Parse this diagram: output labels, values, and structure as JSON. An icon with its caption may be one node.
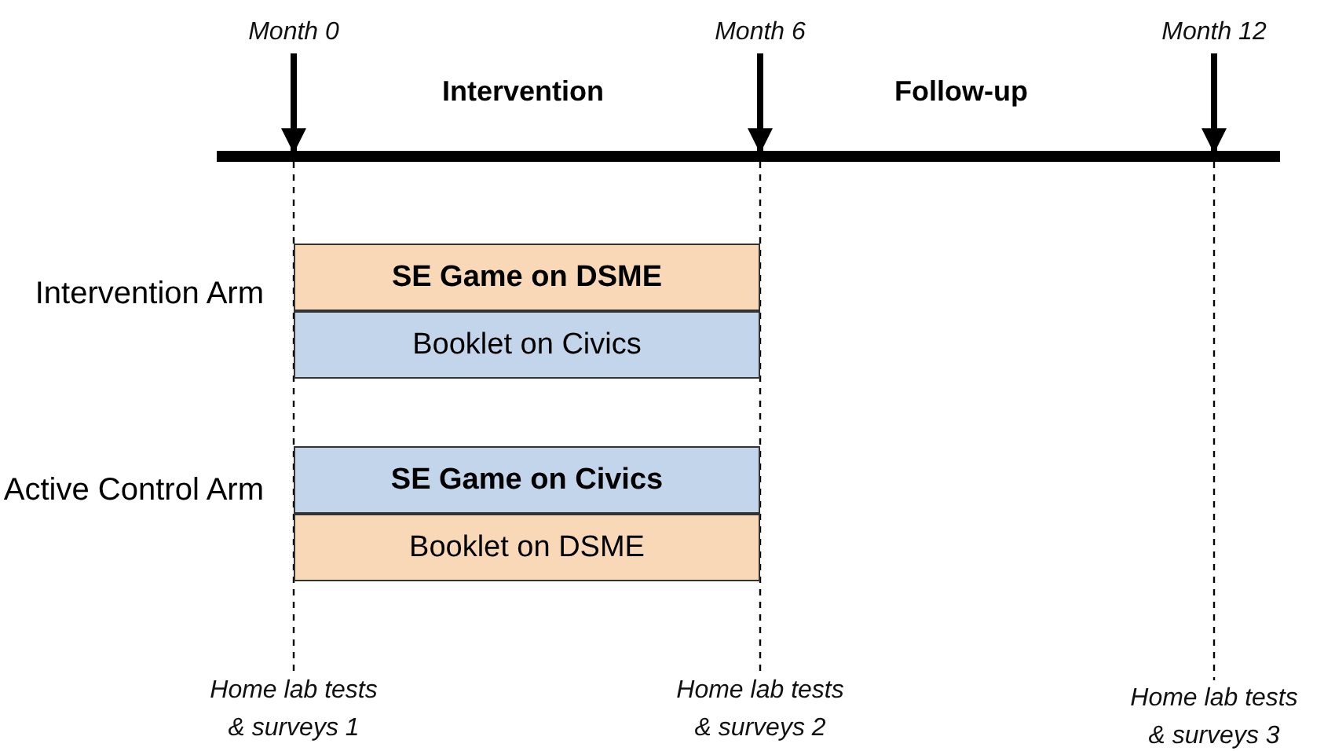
{
  "diagram": {
    "nodes": [
      {
        "text": [
          "Month 0"
        ]
      },
      {
        "text": [
          "Month 6"
        ]
      },
      {
        "text": [
          "Month 12"
        ]
      },
      {
        "text": [],
        "shape": "bar"
      },
      {
        "text": [
          "SE Game on DSME"
        ]
      },
      {
        "text": [
          "Booklet on Civics"
        ]
      },
      {
        "text": [
          "SE Game on Civics"
        ]
      },
      {
        "text": [
          "Booklet on DSME"
        ]
      },
      {
        "text": [
          "Home lab tests & surveys 1"
        ]
      },
      {
        "text": [
          "Home lab tests & surveys 2"
        ]
      },
      {
        "text": [
          "Home lab tests & surveys 3"
        ]
      }
    ],
    "edges": [
      {
        "from": 0,
        "to": 3,
        "arrow": "to",
        "style": "thick"
      },
      {
        "from": 1,
        "to": 3,
        "arrow": "to",
        "style": "thick"
      },
      {
        "from": 2,
        "to": 3,
        "arrow": "to",
        "style": "thick"
      },
      {
        "from": 3,
        "to": 8,
        "arrow": "none",
        "style": "dashed"
      },
      {
        "from": 3,
        "to": 9,
        "arrow": "none",
        "style": "dashed"
      },
      {
        "from": 3,
        "to": 10,
        "arrow": "none",
        "style": "dashed"
      }
    ],
    "labels": [
      "Intervention",
      "Follow-up",
      "Intervention Arm",
      "Active Control Arm"
    ]
  }
}
